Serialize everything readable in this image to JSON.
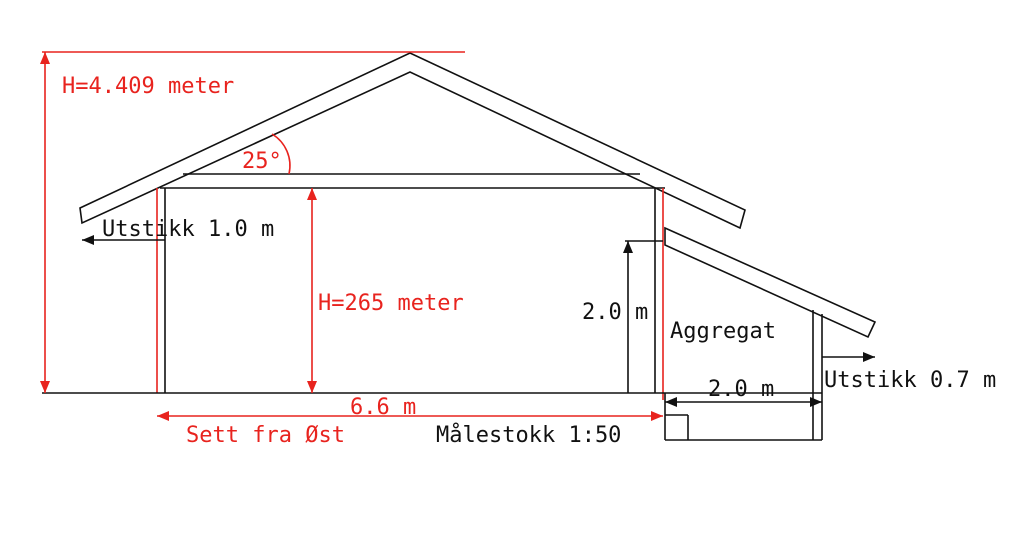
{
  "labels": {
    "total_height": "H=4.409 meter",
    "roof_angle": "25°",
    "overhang_left": "Utstikk 1.0 m",
    "wall_height": "H=265 meter",
    "annex_height": "2.0 m",
    "annex_name": "Aggregat",
    "annex_width": "2.0 m",
    "overhang_right": "Utstikk 0.7 m",
    "main_width": "6.6 m",
    "view": "Sett fra Øst",
    "scale": "Målestokk 1:50"
  },
  "colors": {
    "dimension": "#e8231e",
    "construction": "#111111"
  }
}
